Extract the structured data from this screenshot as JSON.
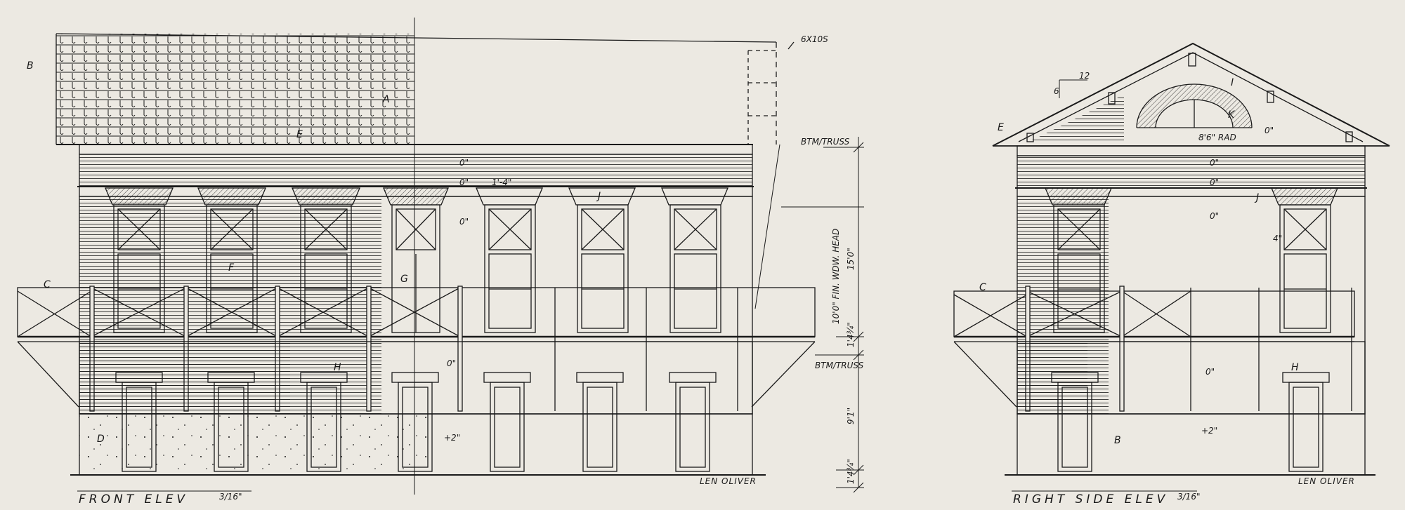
{
  "colors": {
    "paper": "#ece9e2",
    "ink": "#1a1a1a"
  },
  "front": {
    "labels": {
      "a": "A",
      "b": "B",
      "c": "C",
      "d": "D",
      "e": "E",
      "f": "F",
      "g": "G",
      "h": "H",
      "j": "J"
    },
    "header": "6X10S",
    "notes": {
      "band1": "0\"",
      "band2": "0\"",
      "band3": "0\"",
      "dim4": "1'-4\"",
      "plinth": "+2\"",
      "wall": "0\""
    },
    "vertical_dims": {
      "btm_truss_top": "BTM/TRUSS",
      "window_head": "10'0\" FIN. WDW. HEAD",
      "upper": "15'0\"",
      "small_upper": "1'4¾\"",
      "btm_truss_low": "BTM/TRUSS",
      "lower": "9'1\"",
      "small_lower": "1'4¾\""
    },
    "title": "FRONT ELEV",
    "scale": "3/16\"",
    "signature": "LEN OLIVER"
  },
  "side": {
    "labels": {
      "b": "B",
      "c": "C",
      "e": "E",
      "h": "H",
      "i": "I",
      "j": "J",
      "k": "K"
    },
    "notes": {
      "pitch_run": "12",
      "pitch_rise": "6",
      "radius": "8'6\" RAD",
      "gable": "0\"",
      "band1": "0\"",
      "band2": "0\"",
      "band3": "0\"",
      "dim4": "4\"",
      "wall": "0\"",
      "plinth": "+2\""
    },
    "title": "RIGHT SIDE ELEV",
    "scale": "3/16\"",
    "signature": "LEN OLIVER"
  }
}
